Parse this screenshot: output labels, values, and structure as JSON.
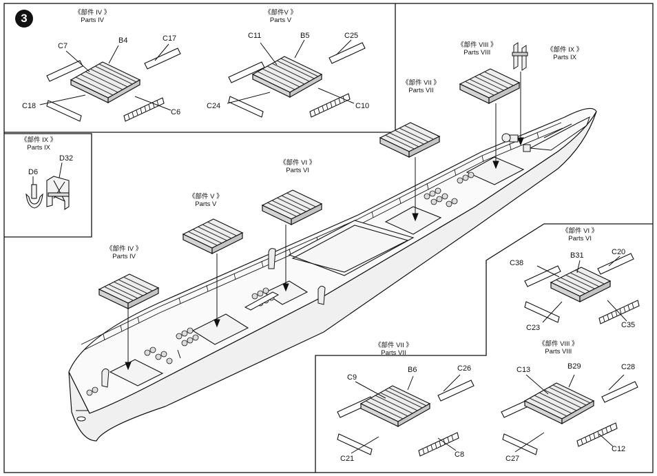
{
  "step_number": "3",
  "groups": {
    "iv_top": {
      "cn": "《部件 IV 》",
      "en": "Parts IV"
    },
    "v_top": {
      "cn": "《部件V 》",
      "en": "Parts V"
    },
    "ix_box": {
      "cn": "《部件 IX 》",
      "en": "Parts IX"
    },
    "ix_ship": {
      "cn": "《部件 IX 》",
      "en": "Parts IX"
    },
    "viii_ship": {
      "cn": "《部件 VIII 》",
      "en": "Parts VIII"
    },
    "vii_ship": {
      "cn": "《部件 VII 》",
      "en": "Parts VII"
    },
    "vi_ship": {
      "cn": "《部件 VI 》",
      "en": "Parts VI"
    },
    "v_ship": {
      "cn": "《部件 V 》",
      "en": "Parts V"
    },
    "iv_ship": {
      "cn": "《部件 IV 》",
      "en": "Parts IV"
    },
    "vi_box": {
      "cn": "《部件 VI 》",
      "en": "Parts VI"
    },
    "vii_box": {
      "cn": "《部件 VII 》",
      "en": "Parts VII"
    },
    "viii_box": {
      "cn": "《部件 VIII 》",
      "en": "Parts VIII"
    }
  },
  "part_labels": {
    "c7": "C7",
    "b4": "B4",
    "c17": "C17",
    "c18": "C18",
    "c6": "C6",
    "c11": "C11",
    "b5": "B5",
    "c25": "C25",
    "c24": "C24",
    "c10": "C10",
    "d6": "D6",
    "d32": "D32",
    "c38": "C38",
    "b31": "B31",
    "c20": "C20",
    "c23": "C23",
    "c35": "C35",
    "c9": "C9",
    "b6": "B6",
    "c26": "C26",
    "c21": "C21",
    "c8": "C8",
    "c13": "C13",
    "b29": "B29",
    "c28": "C28",
    "c27": "C27",
    "c12": "C12"
  }
}
